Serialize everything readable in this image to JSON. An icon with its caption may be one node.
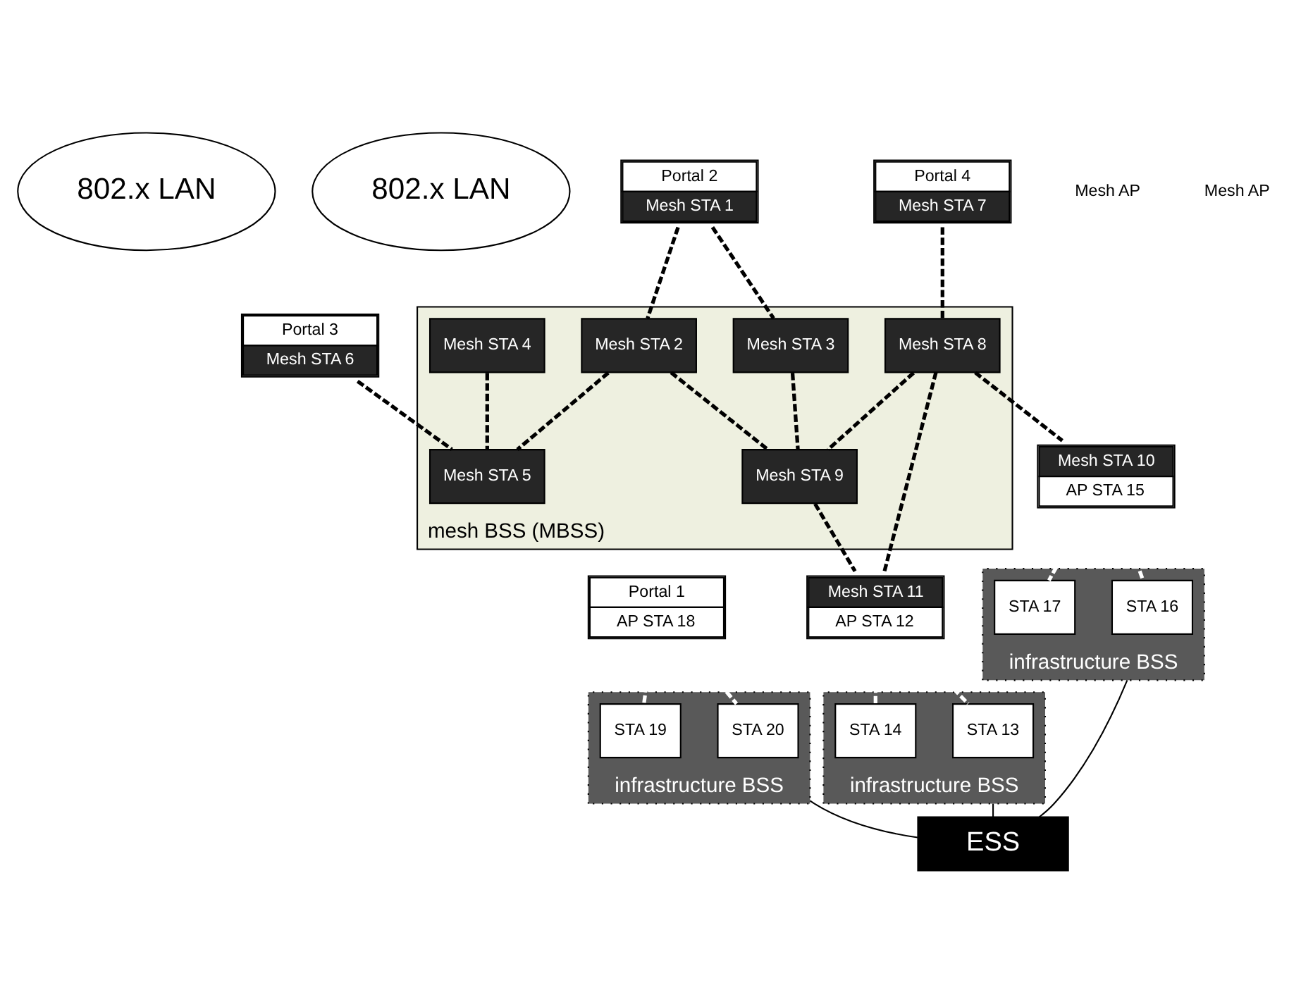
{
  "diagram": {
    "nodes": [
      {
        "text": [
          "802.x LAN"
        ]
      },
      {
        "text": [
          "802.x LAN"
        ]
      },
      {
        "text": [
          "Portal 1",
          "AP STA 18"
        ]
      },
      {
        "text": [
          "infrastructure BSS"
        ]
      },
      {
        "text": [
          "STA 20"
        ],
        "in": 3
      },
      {
        "text": [
          "STA 19"
        ],
        "in": 3
      },
      {
        "text": [
          "Portal 2",
          "Mesh STA 1"
        ]
      },
      {
        "text": [
          "Portal 3",
          "Mesh STA 6"
        ]
      },
      {
        "text": [
          "Portal 4",
          "Mesh STA 7"
        ]
      },
      {
        "text": [
          "mesh BSS (MBSS)"
        ]
      },
      {
        "text": [
          "Mesh STA 4"
        ],
        "in": 9
      },
      {
        "text": [
          "Mesh STA 5"
        ],
        "in": 9
      },
      {
        "text": [
          "Mesh STA 2"
        ],
        "in": 9
      },
      {
        "text": [
          "Mesh STA 8"
        ],
        "in": 9
      },
      {
        "text": [
          "Mesh STA 3"
        ],
        "in": 9
      },
      {
        "text": [
          "Mesh STA 9"
        ],
        "in": 9
      },
      {
        "text": [
          "Mesh STA 10",
          "AP STA 15"
        ]
      },
      {
        "text": [
          "Mesh STA 11",
          "AP STA 12"
        ]
      },
      {
        "text": [
          "infrastructure BSS"
        ]
      },
      {
        "text": [
          "STA 16"
        ],
        "in": 18
      },
      {
        "text": [
          "STA 17"
        ],
        "in": 18
      },
      {
        "text": [
          "infrastructure BSS"
        ]
      },
      {
        "text": [
          "STA 13"
        ],
        "in": 21
      },
      {
        "text": [
          "STA 14"
        ],
        "in": 21
      },
      {
        "text": [
          "ESS"
        ]
      }
    ],
    "edges": [
      {
        "from": 2,
        "to": 5,
        "arrow": "none",
        "style": "dashed",
        "color": "#ffffff"
      },
      {
        "from": 2,
        "to": 4,
        "arrow": "none",
        "style": "dashed",
        "color": "#ffffff"
      },
      {
        "from": 6,
        "to": 14,
        "arrow": "none",
        "style": "dashed"
      },
      {
        "from": 6,
        "to": 12,
        "arrow": "none",
        "style": "dashed"
      },
      {
        "from": 10,
        "to": 11,
        "arrow": "none",
        "style": "dashed"
      },
      {
        "from": 7,
        "to": 11,
        "arrow": "none",
        "style": "dashed"
      },
      {
        "from": 12,
        "to": 11,
        "arrow": "none",
        "style": "dashed"
      },
      {
        "from": 8,
        "to": 13,
        "arrow": "none",
        "style": "dashed"
      },
      {
        "from": 12,
        "to": 15,
        "arrow": "none",
        "style": "dashed"
      },
      {
        "from": 14,
        "to": 15,
        "arrow": "none",
        "style": "dashed"
      },
      {
        "from": 13,
        "to": 15,
        "arrow": "none",
        "style": "dashed"
      },
      {
        "from": 13,
        "to": 17,
        "arrow": "none",
        "style": "dashed"
      },
      {
        "from": 13,
        "to": 16,
        "arrow": "none",
        "style": "dashed"
      },
      {
        "from": 15,
        "to": 17,
        "arrow": "none",
        "style": "dashed"
      },
      {
        "from": 16,
        "to": 19,
        "arrow": "none",
        "style": "dashed",
        "color": "#ffffff"
      },
      {
        "from": 16,
        "to": 20,
        "arrow": "none",
        "style": "dashed",
        "color": "#ffffff"
      },
      {
        "from": 17,
        "to": 22,
        "arrow": "none",
        "style": "dashed",
        "color": "#ffffff"
      },
      {
        "from": 17,
        "to": 23,
        "arrow": "none",
        "style": "dashed",
        "color": "#ffffff"
      },
      {
        "from": 3,
        "to": 24,
        "arrow": "none"
      },
      {
        "from": 21,
        "to": 24,
        "arrow": "none"
      },
      {
        "from": 18,
        "to": 24,
        "arrow": "none"
      }
    ],
    "labels": [
      "Mesh AP",
      "Mesh AP"
    ]
  }
}
